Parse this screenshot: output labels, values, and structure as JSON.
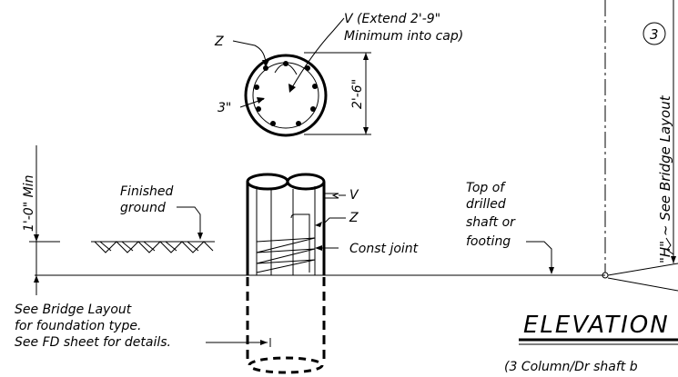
{
  "labels": {
    "v_extend_line1": "V (Extend 2'-9\"",
    "v_extend_line2": "Minimum into cap)",
    "z_top": "Z",
    "cover_3in": "3\"",
    "dim_2ft6in": "2'-6\"",
    "dim_1ft0in_min": "1'-0\" Min",
    "finished_ground_line1": "Finished",
    "finished_ground_line2": "ground",
    "v_side": "V",
    "z_side": "Z",
    "const_joint": "Const joint",
    "top_drilled_line1": "Top of",
    "top_drilled_line2": "drilled",
    "top_drilled_line3": "shaft or",
    "top_drilled_line4": "footing",
    "see_layout_line1": "See Bridge Layout",
    "see_layout_line2": "for foundation type.",
    "see_layout_line3": "See FD sheet for details.",
    "h_see_layout": "\"H\" ~ See Bridge Layout",
    "circle_number": "3",
    "elevation_title": "ELEVATION",
    "elevation_subtitle": "(3 Column/Dr shaft b"
  }
}
